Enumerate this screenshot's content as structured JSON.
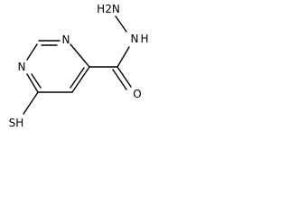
{
  "structure": {
    "atoms": {
      "n1": "N",
      "n3": "N",
      "amine": "H2N",
      "hydrazide_n": "N",
      "hydrazide_h": "H",
      "carbonyl_o": "O",
      "thiol": "SH"
    }
  }
}
